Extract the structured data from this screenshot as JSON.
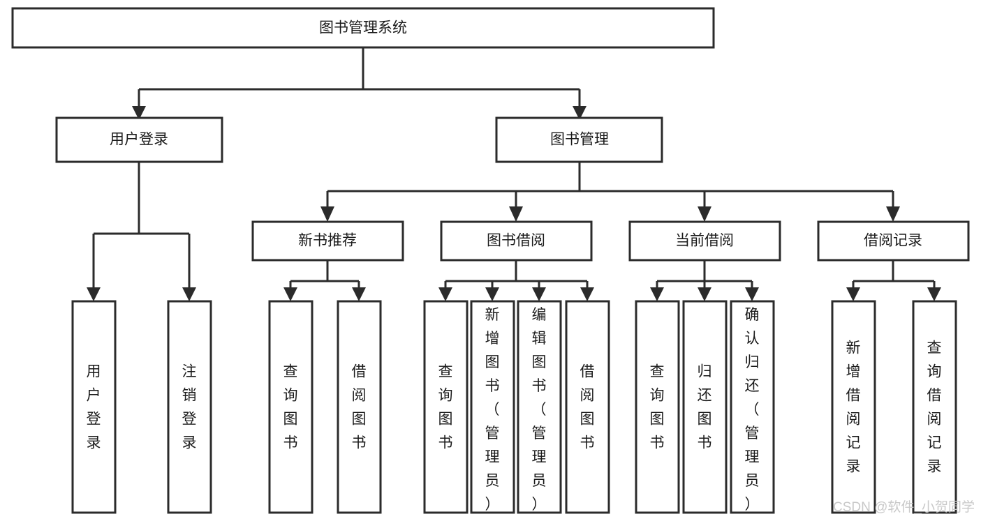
{
  "diagram": {
    "title": "图书管理系统",
    "type": "hierarchy-tree",
    "orientation": "top-down",
    "colors": {
      "box_fill": "#ffffff",
      "box_stroke": "#2b2b2b",
      "text": "#1a1a1a",
      "watermark": "#c9c9c9",
      "background": "#ffffff"
    },
    "levels": {
      "root": "图书管理系统",
      "level2": [
        "用户登录",
        "图书管理"
      ],
      "level3": [
        "新书推荐",
        "图书借阅",
        "当前借阅",
        "借阅记录"
      ]
    },
    "nodes": {
      "root": {
        "label": "图书管理系统"
      },
      "user_login": {
        "label": "用户登录"
      },
      "book_manage": {
        "label": "图书管理"
      },
      "new_book_rec": {
        "label": "新书推荐"
      },
      "book_borrow": {
        "label": "图书借阅"
      },
      "current_borrow": {
        "label": "当前借阅"
      },
      "borrow_record": {
        "label": "借阅记录"
      }
    },
    "leaves": {
      "user_login": [
        {
          "label": "用户登录"
        },
        {
          "label": "注销登录"
        }
      ],
      "new_book_rec": [
        {
          "label": "查询图书"
        },
        {
          "label": "借阅图书"
        }
      ],
      "book_borrow": [
        {
          "label": "查询图书"
        },
        {
          "label": "新增图书（管理员）"
        },
        {
          "label": "编辑图书（管理员）"
        },
        {
          "label": "借阅图书"
        }
      ],
      "current_borrow": [
        {
          "label": "查询图书"
        },
        {
          "label": "归还图书"
        },
        {
          "label": "确认归还（管理员）"
        }
      ],
      "borrow_record": [
        {
          "label": "新增借阅记录"
        },
        {
          "label": "查询借阅记录"
        }
      ]
    }
  },
  "watermark": {
    "text": "CSDN @软件_小贺同学"
  }
}
